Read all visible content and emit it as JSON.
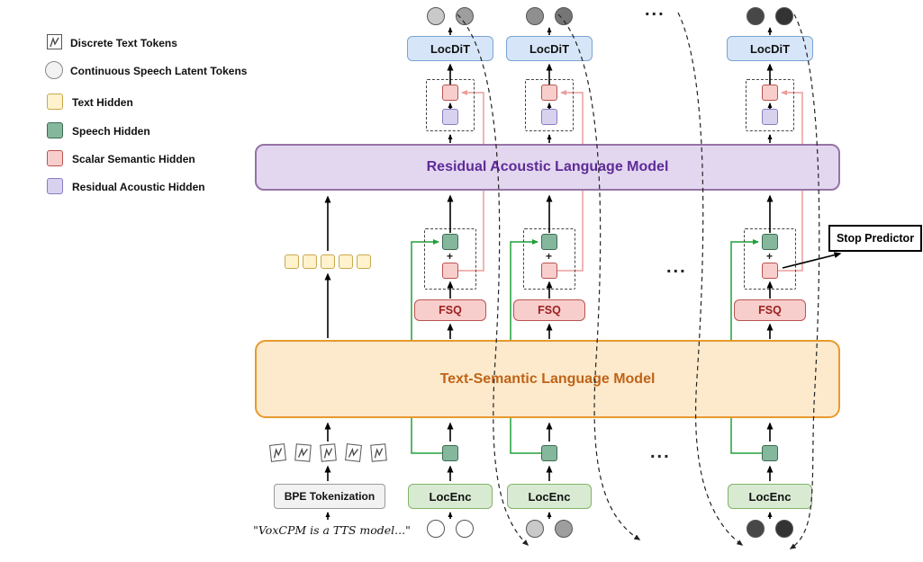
{
  "legend": {
    "items": [
      {
        "id": "discrete-text-tokens",
        "label": "Discrete Text Tokens"
      },
      {
        "id": "continuous-speech-latent-tokens",
        "label": "Continuous Speech Latent Tokens"
      },
      {
        "id": "text-hidden",
        "label": "Text Hidden",
        "color": "#fff2cc"
      },
      {
        "id": "speech-hidden",
        "label": "Speech Hidden",
        "color": "#85b79c"
      },
      {
        "id": "scalar-semantic-hidden",
        "label": "Scalar Semantic Hidden",
        "color": "#f8cecc"
      },
      {
        "id": "residual-acoustic-hidden",
        "label": "Residual Acoustic Hidden",
        "color": "#d9d2ef"
      }
    ]
  },
  "blocks": {
    "residual_lm": "Residual Acoustic Language Model",
    "text_semantic_lm": "Text-Semantic Language Model",
    "locdit": "LocDiT",
    "fsq": "FSQ",
    "locenc": "LocEnc",
    "bpe": "BPE Tokenization",
    "stop_predictor": "Stop Predictor"
  },
  "symbols": {
    "ellipsis": "...",
    "plus": "+"
  },
  "input_text": "\"VoxCPM is a TTS model...\"",
  "colors": {
    "locdit_fill": "#d6e6f8",
    "locdit_border": "#7aa3d4",
    "ralm_fill": "#e3d7f0",
    "ralm_border": "#9673a6",
    "ralm_text": "#5e2b97",
    "tslm_fill": "#fdeacc",
    "tslm_border": "#e8992e",
    "tslm_text": "#bf6318",
    "fsq_fill": "#f8cecc",
    "fsq_border": "#b85450",
    "fsq_text": "#9c2020",
    "locenc_fill": "#d9ead3",
    "locenc_border": "#82b366",
    "green_skip_line": "#21a038",
    "pink_residual_line": "#eb9d9a"
  }
}
